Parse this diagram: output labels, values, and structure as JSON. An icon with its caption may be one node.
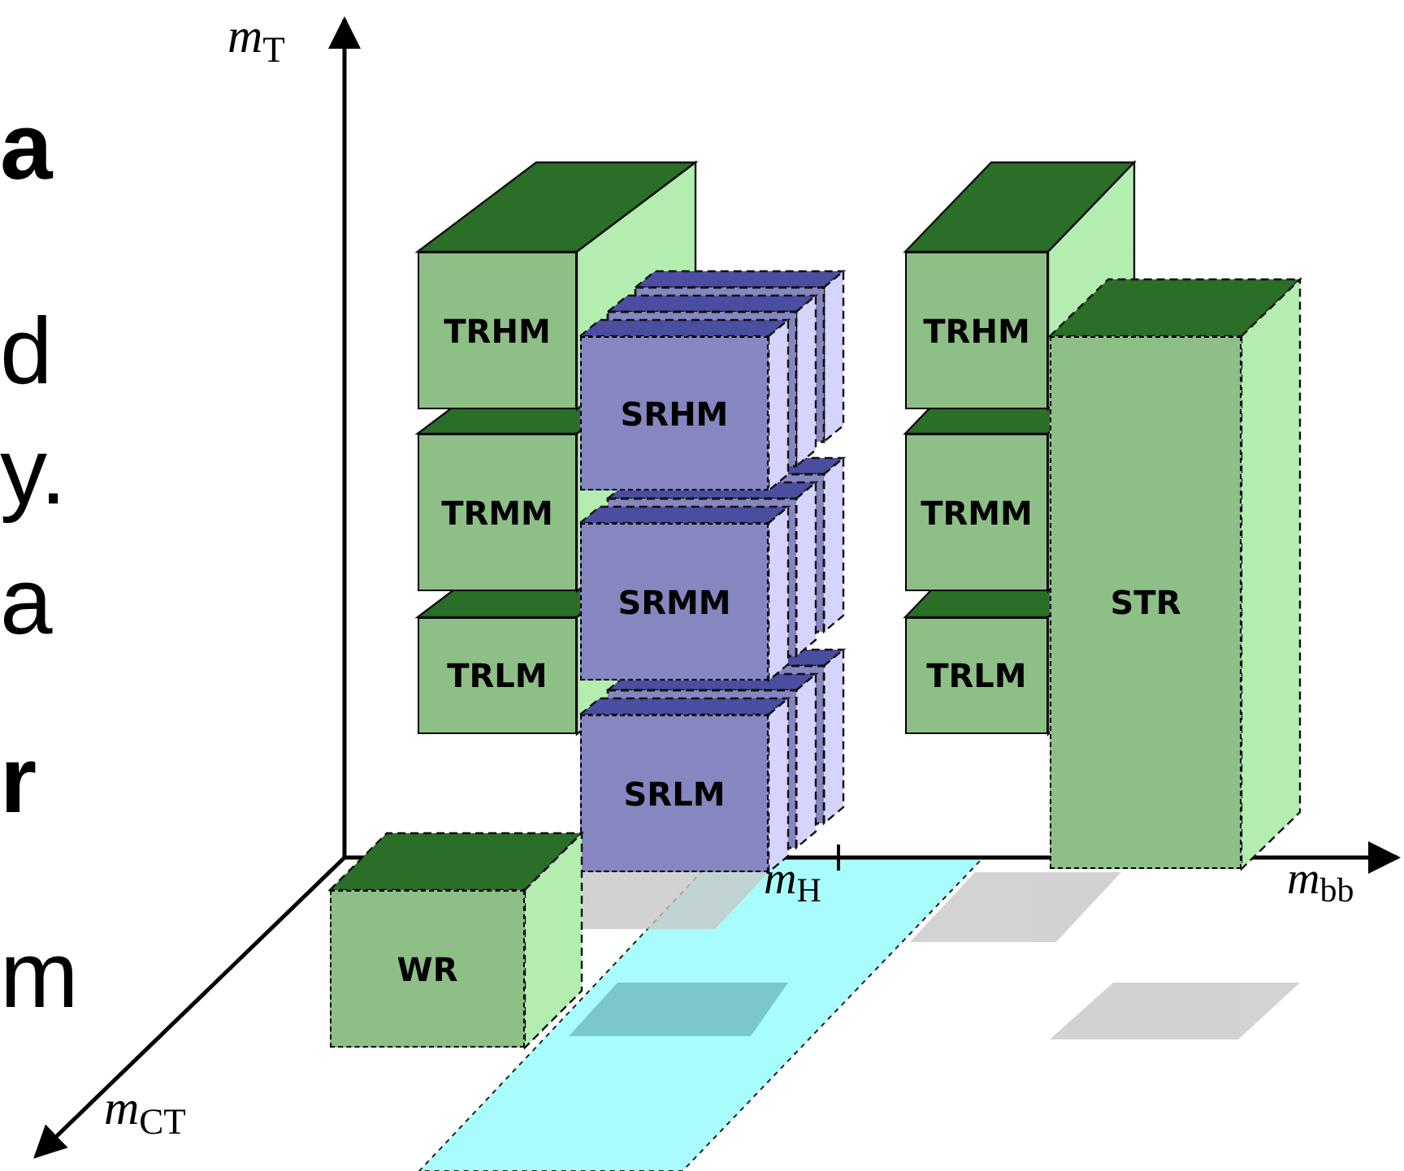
{
  "diagram": {
    "nodes": [
      {
        "text": [
          "TRHM"
        ]
      },
      {
        "text": [
          "TRMM"
        ]
      },
      {
        "text": [
          "TRLM"
        ]
      },
      {
        "text": [
          "SRHM"
        ]
      },
      {
        "text": [
          "SRMM"
        ]
      },
      {
        "text": [
          "SRLM"
        ]
      },
      {
        "text": [
          "TRHM"
        ]
      },
      {
        "text": [
          "TRMM"
        ]
      },
      {
        "text": [
          "TRLM"
        ]
      },
      {
        "text": [
          "STR"
        ]
      },
      {
        "text": [
          "WR"
        ]
      }
    ],
    "labels": [
      "a",
      "d",
      "y.",
      "a",
      "r",
      "m",
      "*m*$_{T}$",
      "*m*$_{H}$",
      "*m*$_{bb}$",
      "*m*$_{CT}$"
    ]
  }
}
